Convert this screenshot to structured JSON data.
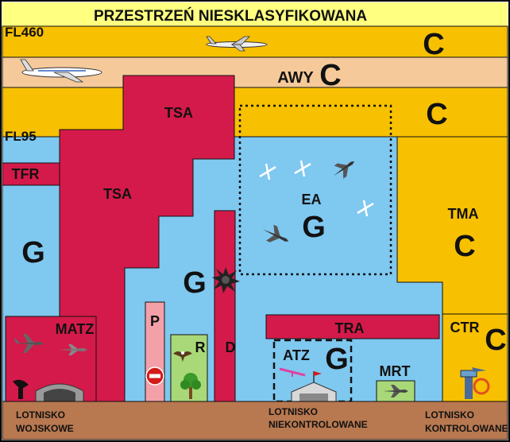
{
  "header": {
    "title": "PRZESTRZEŃ NIESKLASYFIKOWANA"
  },
  "levels": {
    "upper": "FL460",
    "lower": "FL95"
  },
  "airspace": {
    "class_c_top": "C",
    "awy_label": "AWY",
    "awy_class": "C",
    "class_c_mid": "C",
    "tsa_upper": "TSA",
    "tsa_lower": "TSA",
    "tfr": "TFR",
    "g_left": "G",
    "g_center": "G",
    "ea_label": "EA",
    "ea_class": "G",
    "tma_label": "TMA",
    "tma_class": "C",
    "p_zone": "P",
    "r_zone": "R",
    "d_zone": "D",
    "matz": "MATZ",
    "tra": "TRA",
    "atz_label": "ATZ",
    "atz_class": "G",
    "mrt": "MRT",
    "ctr_label": "CTR",
    "ctr_class": "C"
  },
  "ground": {
    "military_line1": "LOTNISKO",
    "military_line2": "WOJSKOWE",
    "uncontrolled_line1": "LOTNISKO",
    "uncontrolled_line2": "NIEKONTROLOWANE",
    "controlled_line1": "LOTNISKO",
    "controlled_line2": "KONTROLOWANE"
  },
  "colors": {
    "class_c": "#f7c000",
    "class_g": "#7fc8f0",
    "awy": "#f5c99a",
    "restricted": "#d41a4a",
    "prohibited": "#f4a0a8",
    "reserve_r": "#a8d878",
    "ground": "#b87850",
    "title_band": "#ffff80"
  },
  "icons": [
    "airliner-icon",
    "jumbo-jet-icon",
    "glider-icon",
    "fighter-jet-icon",
    "explosion-icon",
    "no-entry-icon",
    "eagle-icon",
    "tree-icon",
    "radar-icon",
    "hangar-icon",
    "microlight-icon",
    "control-tower-icon"
  ]
}
